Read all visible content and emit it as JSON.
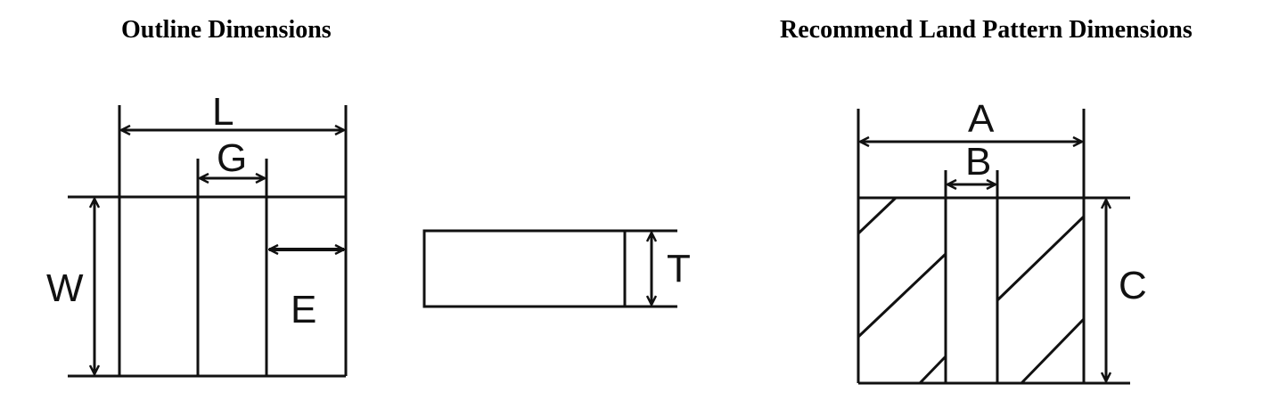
{
  "titles": {
    "outline": "Outline Dimensions",
    "land_pattern": "Recommend Land Pattern Dimensions"
  },
  "labels": {
    "L": "L",
    "G": "G",
    "W": "W",
    "E": "E",
    "T": "T",
    "A": "A",
    "B": "B",
    "C": "C"
  }
}
